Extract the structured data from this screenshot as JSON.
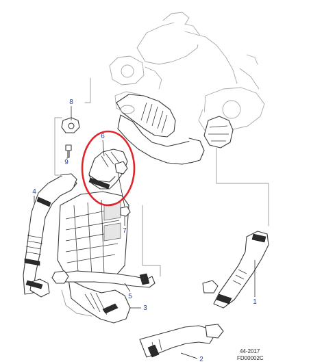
{
  "diagram": {
    "callouts": [
      "8",
      "6",
      "9",
      "4",
      "7",
      "5",
      "3",
      "1",
      "2"
    ],
    "ref_codes": [
      "44-2017",
      "FD00002C"
    ],
    "colors": {
      "callout_text": "#1f3fa6",
      "highlight_ring": "#e0262c",
      "line_art": "#3a3a3a",
      "ghost_line_art": "#a8a8a8"
    }
  }
}
